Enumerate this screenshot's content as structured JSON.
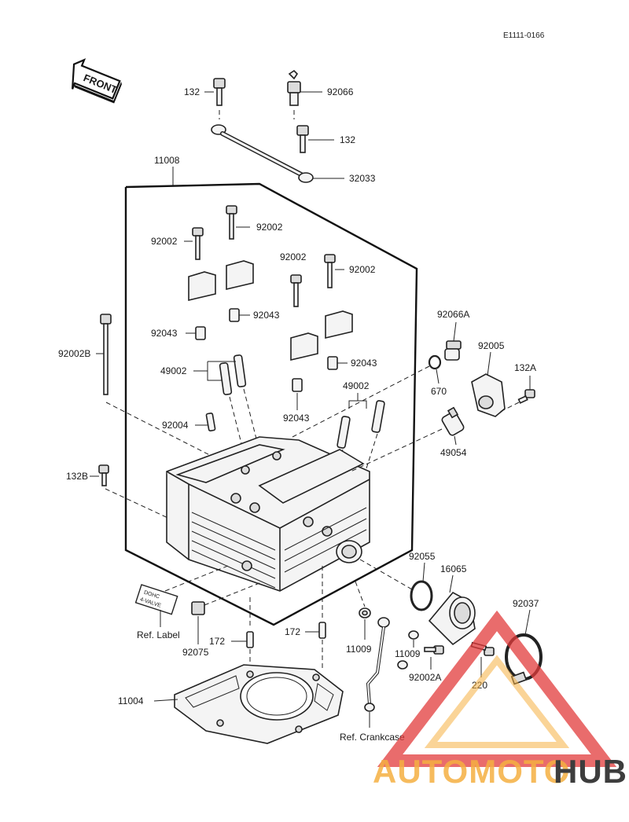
{
  "diagram_code": "E1111-0166",
  "front_arrow_text": "FRONT",
  "labels": {
    "p132_top": "132",
    "p92066": "92066",
    "p132_mid": "132",
    "p11008": "11008",
    "p32033": "32033",
    "p92002_a": "92002",
    "p92002_b": "92002",
    "p92002_c": "92002",
    "p92002_d": "92002",
    "p92043_a": "92043",
    "p92043_b": "92043",
    "p92043_c": "92043",
    "p92043_d": "92043",
    "p92002B": "92002B",
    "p49002_left": "49002",
    "p92066A": "92066A",
    "p92005": "92005",
    "p670": "670",
    "p132A": "132A",
    "p49002_right": "49002",
    "p92004": "92004",
    "p49054": "49054",
    "p132B": "132B",
    "p92055": "92055",
    "p16065": "16065",
    "p92037": "92037",
    "ref_label": "Ref. Label",
    "p92075": "92075",
    "p172_left": "172",
    "p172_right": "172",
    "p11009_a": "11009",
    "p11009_b": "11009",
    "p92002A": "92002A",
    "p220": "220",
    "p11004": "11004",
    "ref_crankcase": "Ref. Crankcase"
  },
  "tag_text": {
    "line1": "DOHC",
    "line2": "4-VALVE"
  },
  "watermark": {
    "part1": "AUTOMOTO",
    "part2": "HUB",
    "color_accent": "#f5b041",
    "color_red": "#e23b3b",
    "color_dark": "#3d3d3d"
  }
}
